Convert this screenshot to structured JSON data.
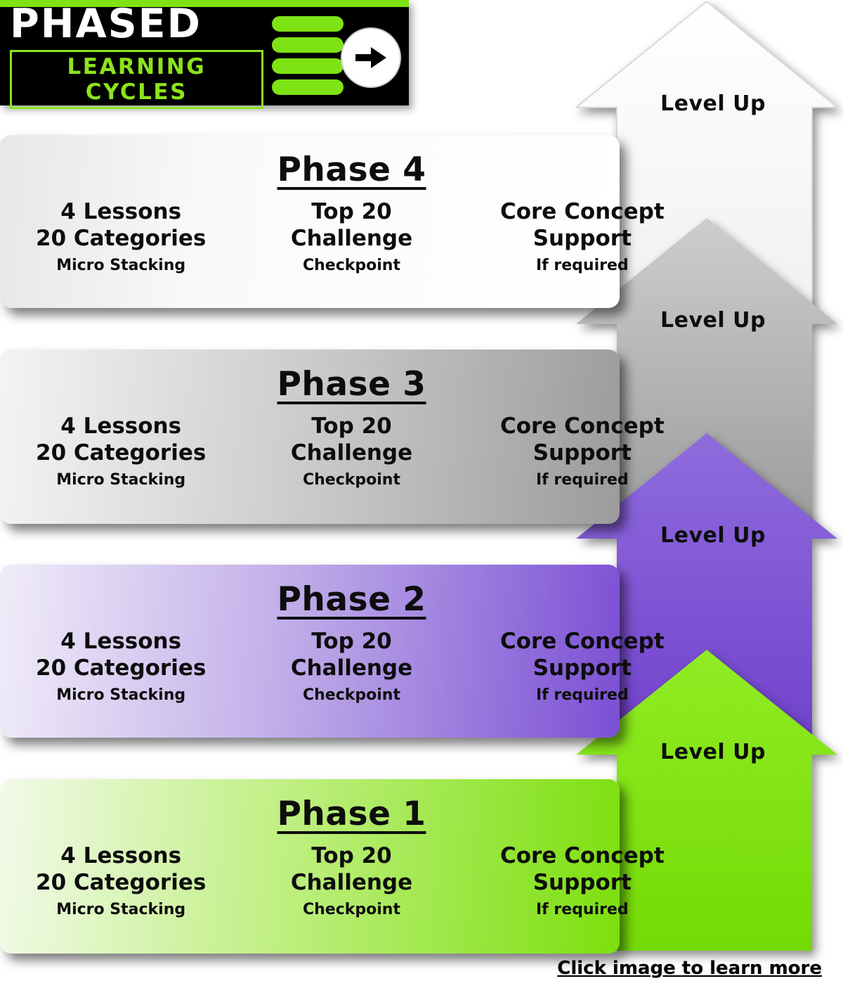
{
  "brand": {
    "name": "PHASED",
    "tagline": "LEARNING CYCLES",
    "colors": {
      "green": "#7ee314",
      "black": "#000000",
      "white": "#ffffff"
    }
  },
  "phases": [
    {
      "title": "Phase 4",
      "level_up": "Level Up",
      "accent": "#ffffff",
      "columns": [
        {
          "line1": "4 Lessons",
          "line2": "20 Categories",
          "line3": "Micro Stacking"
        },
        {
          "line1": "Top 20",
          "line2": "Challenge",
          "line3": "Checkpoint"
        },
        {
          "line1": "Core Concept",
          "line2": "Support",
          "line3": "If required"
        }
      ]
    },
    {
      "title": "Phase 3",
      "level_up": "Level Up",
      "accent": "#a9a9a9",
      "columns": [
        {
          "line1": "4 Lessons",
          "line2": "20 Categories",
          "line3": "Micro Stacking"
        },
        {
          "line1": "Top 20",
          "line2": "Challenge",
          "line3": "Checkpoint"
        },
        {
          "line1": "Core Concept",
          "line2": "Support",
          "line3": "If required"
        }
      ]
    },
    {
      "title": "Phase 2",
      "level_up": "Level Up",
      "accent": "#7b51d3",
      "columns": [
        {
          "line1": "4 Lessons",
          "line2": "20 Categories",
          "line3": "Micro Stacking"
        },
        {
          "line1": "Top 20",
          "line2": "Challenge",
          "line3": "Checkpoint"
        },
        {
          "line1": "Core Concept",
          "line2": "Support",
          "line3": "If required"
        }
      ]
    },
    {
      "title": "Phase 1",
      "level_up": "Level Up",
      "accent": "#7cdf0d",
      "columns": [
        {
          "line1": "4 Lessons",
          "line2": "20 Categories",
          "line3": "Micro Stacking"
        },
        {
          "line1": "Top 20",
          "line2": "Challenge",
          "line3": "Checkpoint"
        },
        {
          "line1": "Core Concept",
          "line2": "Support",
          "line3": "If required"
        }
      ]
    }
  ],
  "footer": {
    "cta": "Click image to learn more"
  }
}
